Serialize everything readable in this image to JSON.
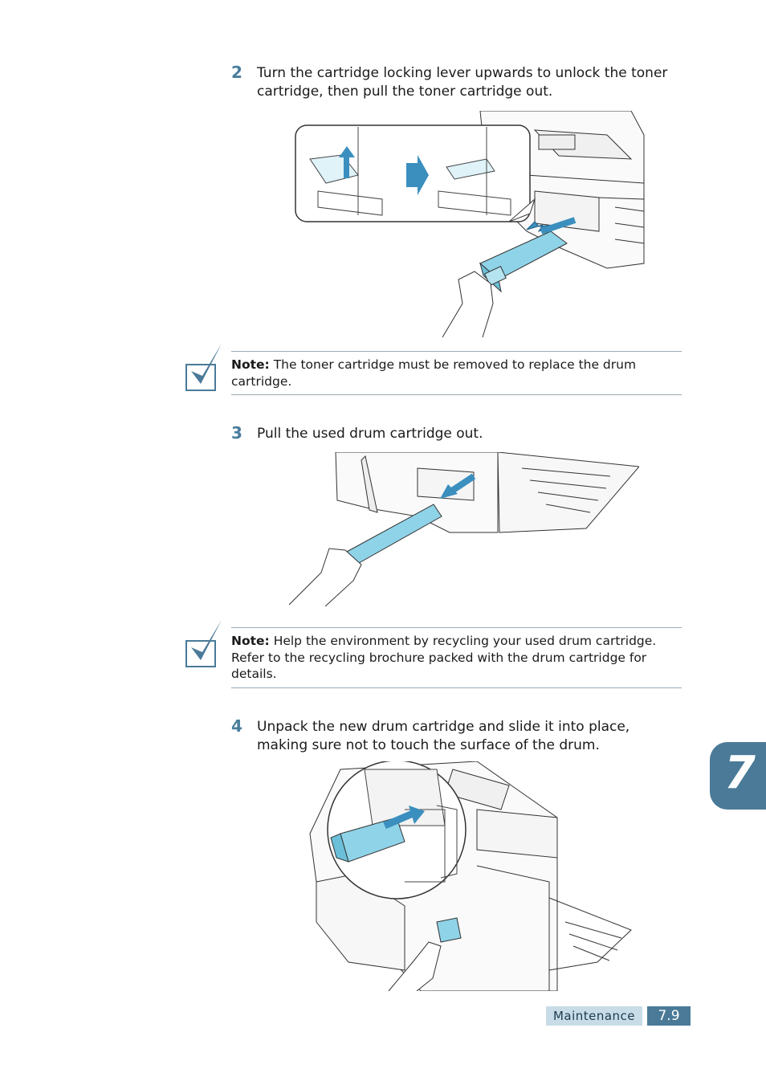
{
  "steps": [
    {
      "number": "2",
      "text": "Turn the cartridge locking lever upwards to unlock the toner cartridge, then pull the toner cartridge out."
    },
    {
      "number": "3",
      "text": "Pull the used drum cartridge out."
    },
    {
      "number": "4",
      "text": "Unpack the new drum cartridge and slide it into place, making sure not to touch the surface of the drum."
    }
  ],
  "notes": [
    {
      "label": "Note:",
      "text": "The toner cartridge must be removed to replace the drum cartridge."
    },
    {
      "label": "Note:",
      "text": "Help the environment by recycling your used drum cartridge. Refer to the recycling brochure packed with the drum cartridge for details."
    }
  ],
  "chapter_tab": "7",
  "footer": {
    "section": "Maintenance",
    "page": "7.9"
  },
  "colors": {
    "accent": "#4a7a98",
    "cartridge_blue": "#8fd3e8",
    "arrow_blue": "#3b8fbf"
  },
  "icons": [
    "checkmark-note-icon"
  ]
}
